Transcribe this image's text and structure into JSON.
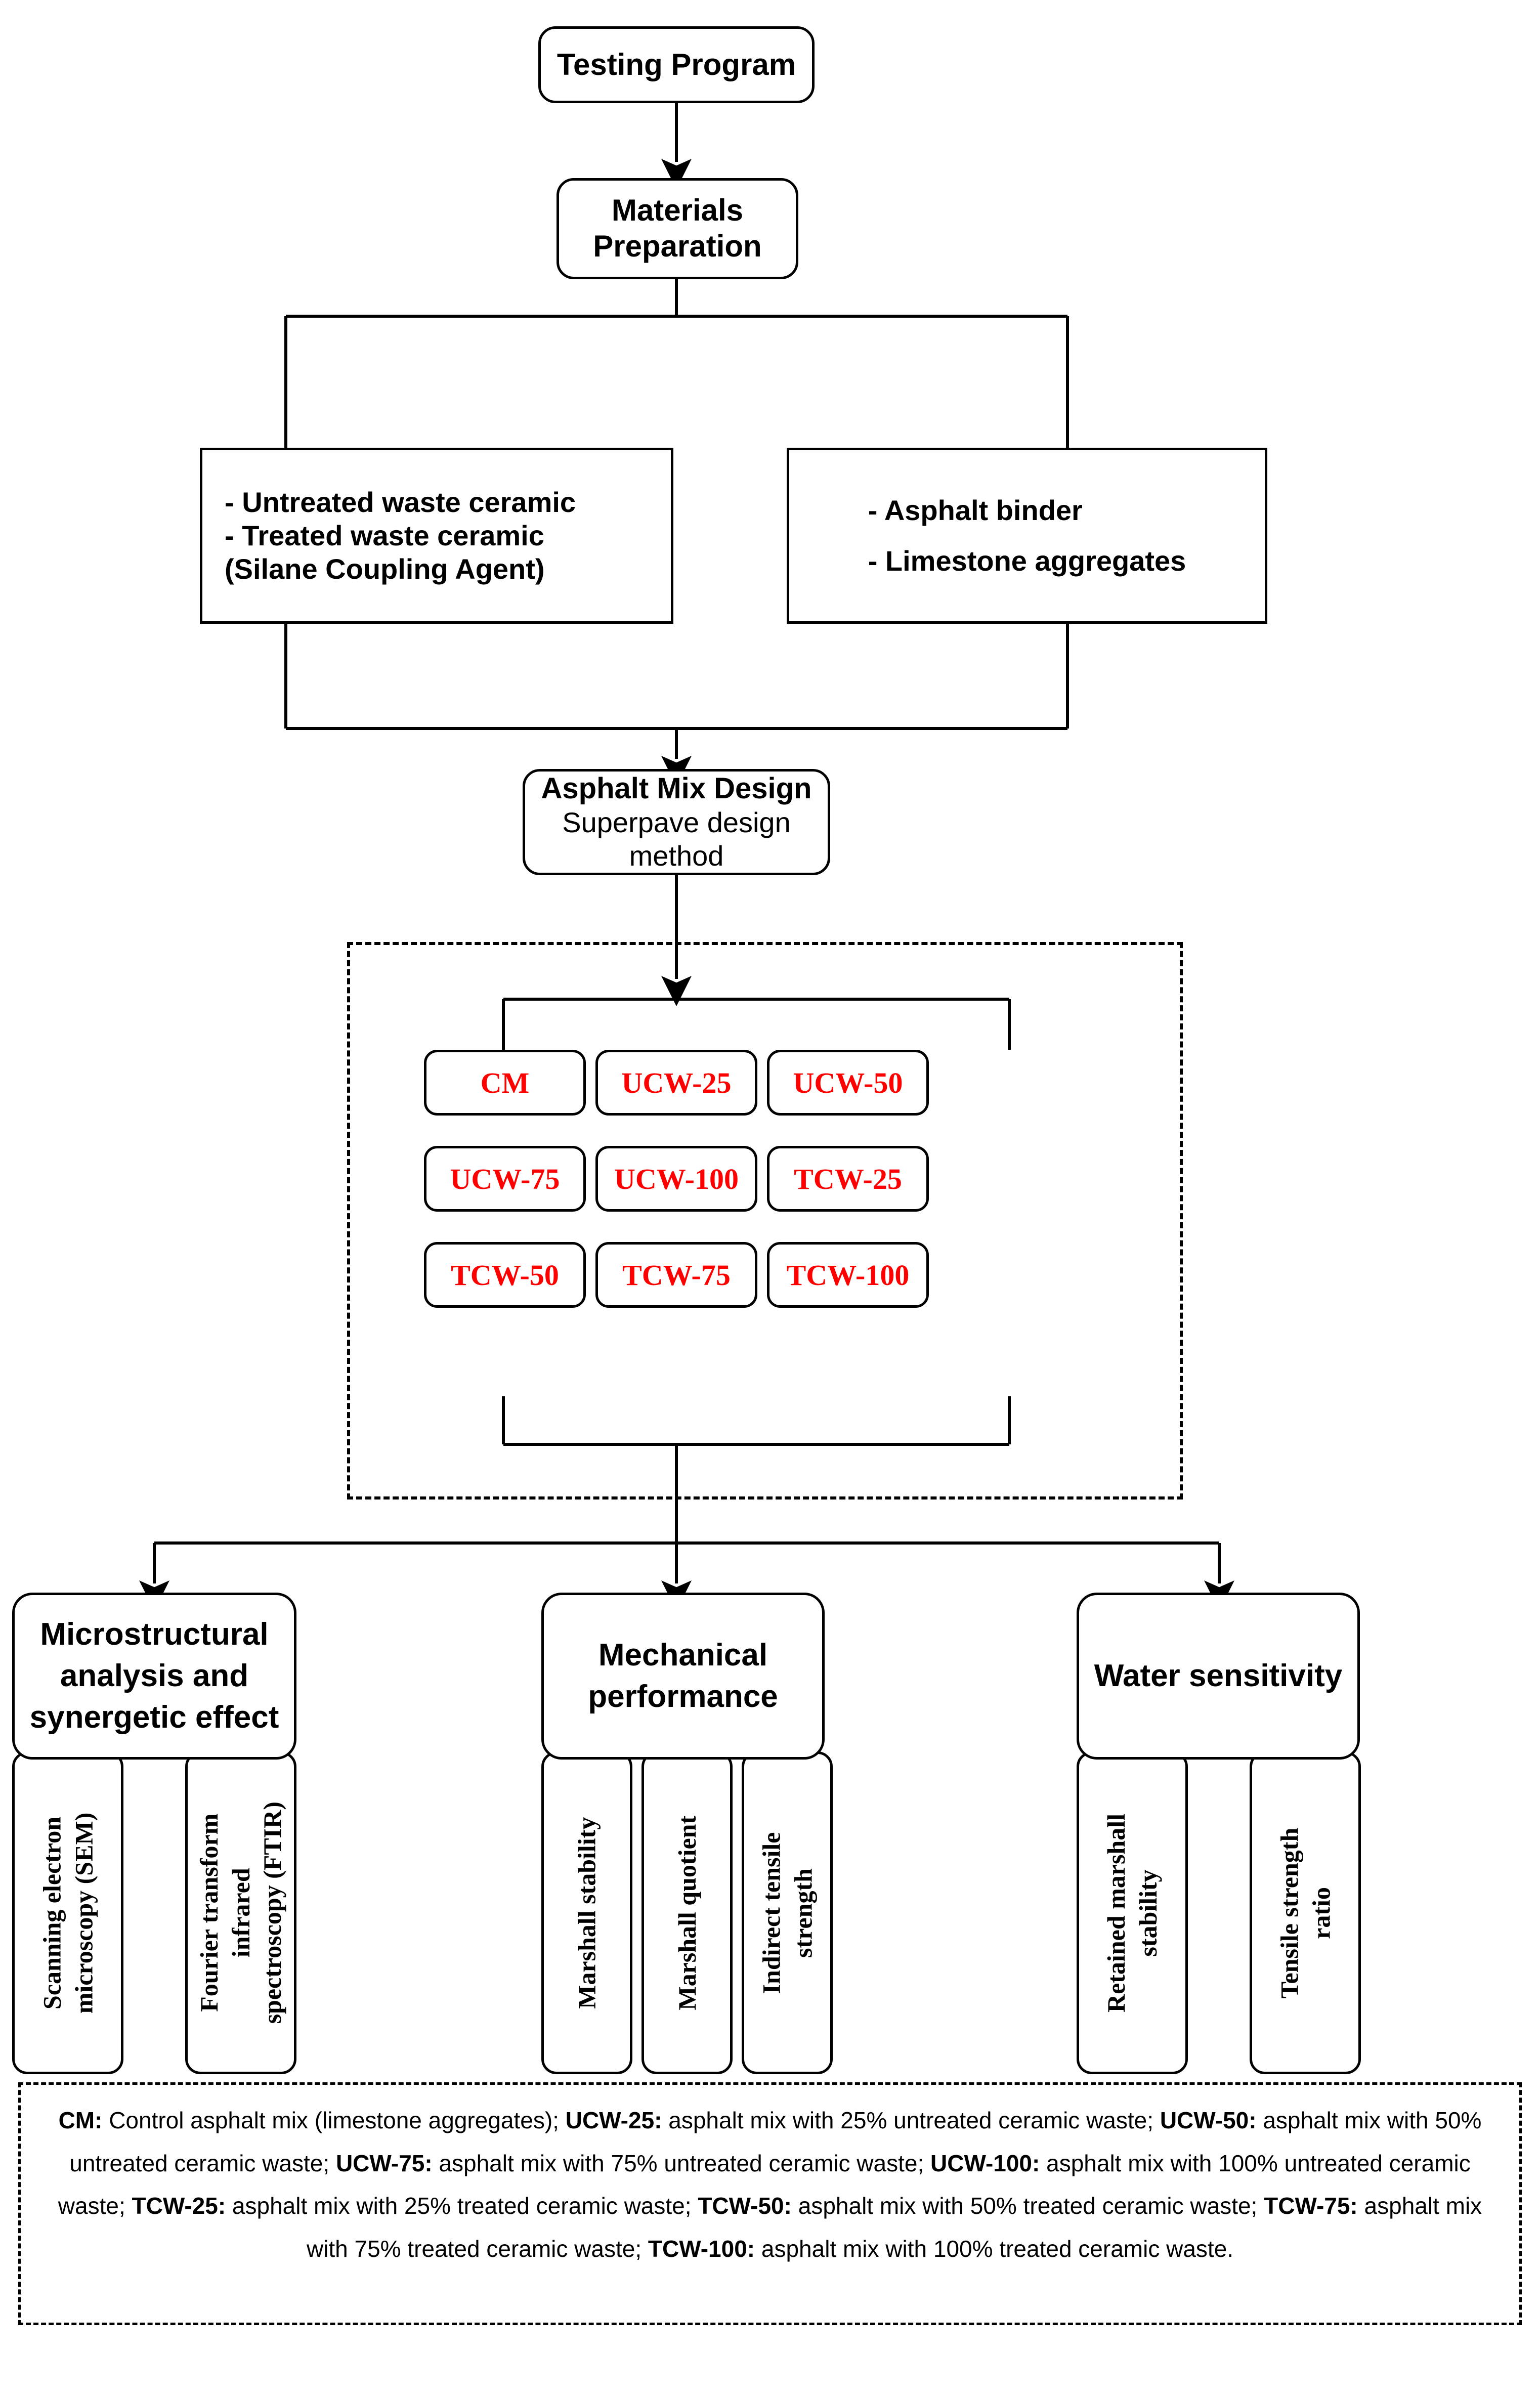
{
  "diagram": {
    "title": "Testing Program flowchart",
    "accent_red": "#ff0000",
    "line_color": "#000000",
    "background": "#ffffff"
  },
  "nodes": {
    "testing_program": "Testing Program",
    "materials_preparation": "Materials\nPreparation",
    "ceramic_box": {
      "line1": "- Untreated waste ceramic",
      "line2": "- Treated waste ceramic",
      "line3": "(Silane Coupling Agent)"
    },
    "binder_box": {
      "line1": "- Asphalt binder",
      "line2": "- Limestone aggregates"
    },
    "mix_design": {
      "title": "Asphalt Mix Design",
      "subtitle": "Superpave design method"
    }
  },
  "mix_grid": {
    "rows": [
      [
        "CM",
        "UCW-25",
        "UCW-50"
      ],
      [
        "UCW-75",
        "UCW-100",
        "TCW-25"
      ],
      [
        "TCW-50",
        "TCW-75",
        "TCW-100"
      ]
    ]
  },
  "categories": [
    {
      "label": "Microstructural analysis and synergetic effect",
      "tests": [
        "Scanning electron\nmicroscopy (SEM)",
        "Fourier transform\ninfrared\nspectroscopy (FTIR)"
      ]
    },
    {
      "label": "Mechanical performance",
      "tests": [
        "Marshall stability",
        "Marshall quotient",
        "Indirect tensile\nstrength"
      ]
    },
    {
      "label": "Water sensitivity",
      "tests": [
        "Retained marshall\nstability",
        "Tensile strength\nratio"
      ]
    }
  ],
  "legend": {
    "segments": [
      {
        "code": "CM:",
        "text": " Control asphalt mix (limestone aggregates); "
      },
      {
        "code": "UCW-25:",
        "text": " asphalt mix with 25% untreated ceramic waste; "
      },
      {
        "code": "UCW-50:",
        "text": " asphalt mix with 50% untreated ceramic waste; "
      },
      {
        "code": "UCW-75:",
        "text": " asphalt mix with 75% untreated ceramic waste; "
      },
      {
        "code": "UCW-100:",
        "text": " asphalt mix with 100% untreated ceramic waste; "
      },
      {
        "code": "TCW-25:",
        "text": " asphalt mix with 25% treated ceramic waste; "
      },
      {
        "code": "TCW-50:",
        "text": " asphalt mix with 50% treated ceramic waste; "
      },
      {
        "code": "TCW-75:",
        "text": " asphalt mix with 75% treated ceramic waste; "
      },
      {
        "code": "TCW-100:",
        "text": " asphalt mix with 100% treated ceramic waste."
      }
    ]
  }
}
